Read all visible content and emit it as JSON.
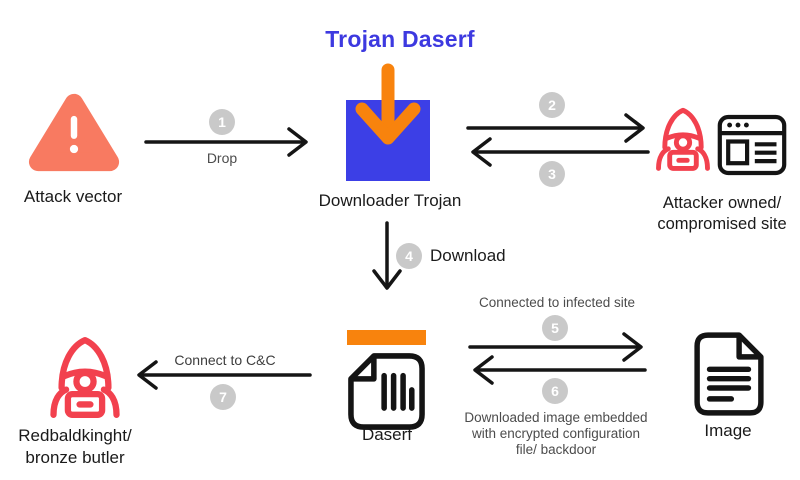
{
  "title": "Trojan Daserf",
  "colors": {
    "title_blue": "#3d39e0",
    "square_blue": "#3c3fe6",
    "orange": "#f8830d",
    "salmon": "#f87a61",
    "red": "#f2414e",
    "badge_gray": "#c9c9c9",
    "arrow_black": "#151515",
    "gray_text": "#4c4c4c"
  },
  "nodes": {
    "attack_vector": {
      "label": "Attack vector",
      "icon": "warning-triangle-icon"
    },
    "downloader_trojan": {
      "label": "Downloader Trojan",
      "icon": "download-arrow-square-icon"
    },
    "attacker_site": {
      "label_line1": "Attacker owned/",
      "label_line2": "compromised site",
      "icons": [
        "hacker-icon",
        "browser-window-icon"
      ]
    },
    "daserf": {
      "label": "Daserf",
      "icon": "daserf-file-icon"
    },
    "image": {
      "label": "Image",
      "icon": "image-file-icon"
    },
    "redbaldknight": {
      "label_line1": "Redbaldkinght/",
      "label_line2": "bronze butler",
      "icon": "hacker-icon"
    }
  },
  "steps": {
    "s1": {
      "badge": "1",
      "label": "Drop"
    },
    "s2": {
      "badge": "2"
    },
    "s3": {
      "badge": "3"
    },
    "s4": {
      "badge": "4",
      "label": "Download"
    },
    "s5": {
      "badge": "5",
      "label": "Connected to infected site"
    },
    "s6": {
      "badge": "6",
      "label_line1": "Downloaded image embedded",
      "label_line2": "with encrypted configuration",
      "label_line3": "file/ backdoor"
    },
    "s7": {
      "badge": "7",
      "label": "Connect to C&C"
    }
  }
}
